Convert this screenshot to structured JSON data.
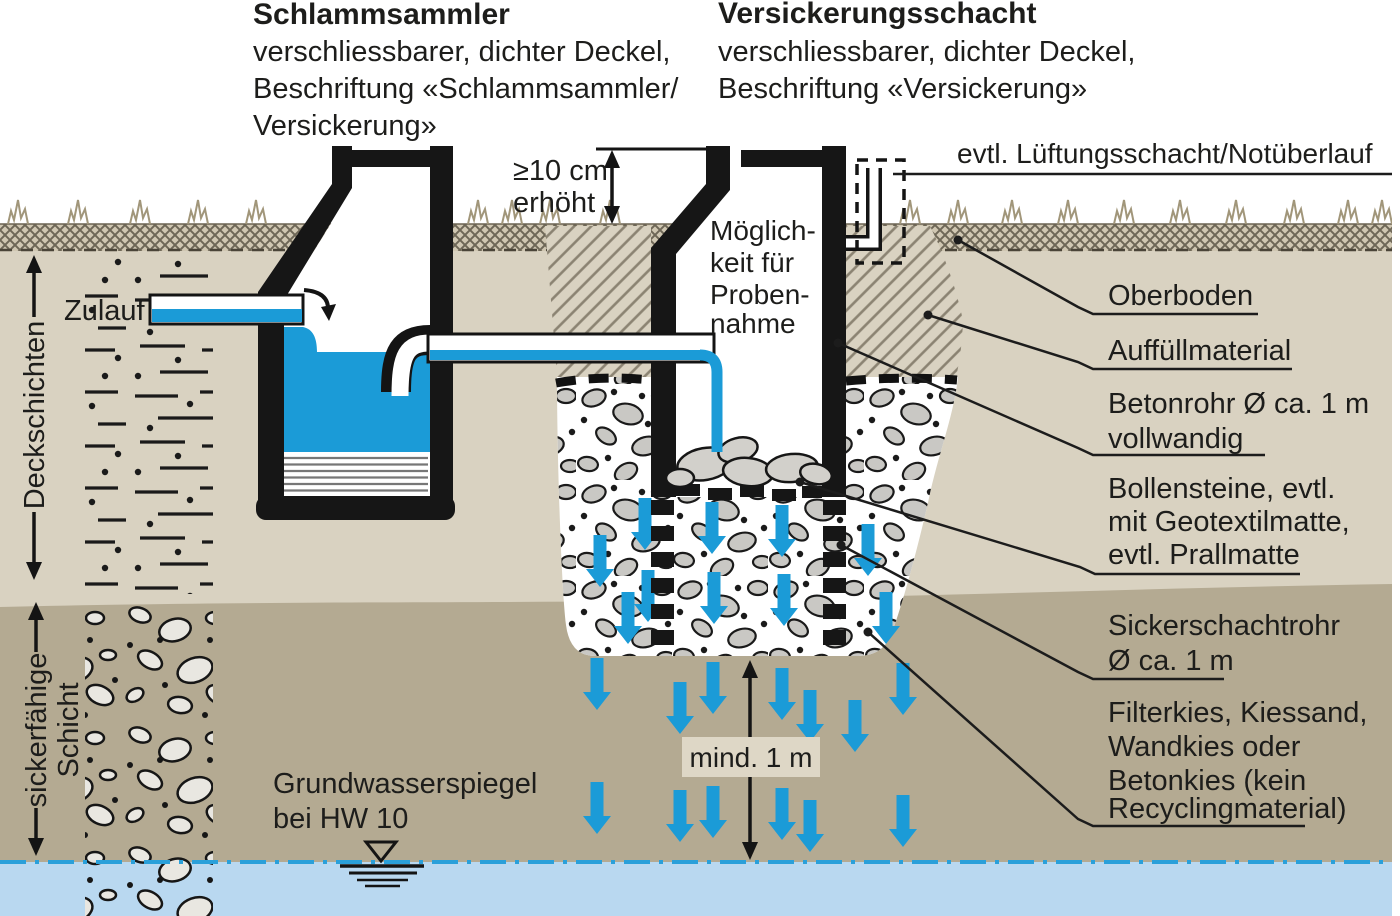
{
  "colors": {
    "blue": "#1b9bd7",
    "groundwater_line": "#2aa0da",
    "water_body": "#b9d8f0",
    "upper_soil": "#d9d2c1",
    "lower_soil": "#b4aa92",
    "topsoil_bg": "#d0c7b2",
    "hatch_line": "#8b8372",
    "ink": "#161616",
    "measure_box_bg": "#ded7c6"
  },
  "titles": {
    "schlammsammler": {
      "title": "Schlammsammler",
      "line1": "verschliessbarer, dichter Deckel,",
      "line2": "Beschriftung «Schlammsammler/",
      "line3": "Versickerung»"
    },
    "versickerung": {
      "title": "Versickerungsschacht",
      "line1": "verschliessbarer, dichter Deckel,",
      "line2": "Beschriftung «Versickerung»"
    }
  },
  "annotations": {
    "erhoeht_1": "≥10 cm",
    "erhoeht_2": "erhöht",
    "lueftung": "evtl. Lüftungsschacht/Notüberlauf",
    "zulauf": "Zulauf",
    "probe_1": "Möglich-",
    "probe_2": "keit für",
    "probe_3": "Proben-",
    "probe_4": "nahme",
    "deckschichten": "Deckschichten",
    "sicker_1": "sickerfähige",
    "sicker_2": "Schicht",
    "gw_1": "Grundwasserspiegel",
    "gw_2": "bei HW 10",
    "mind": "mind. 1 m"
  },
  "labels": {
    "oberboden_1": "Oberboden",
    "auffuell_1": "Auffüllmaterial",
    "betonrohr_1": "Betonrohr Ø ca. 1 m",
    "betonrohr_2": "vollwandig",
    "bollensteine_1": "Bollensteine, evtl.",
    "bollensteine_2": "mit Geotextilmatte,",
    "bollensteine_3": "evtl. Prallmatte",
    "sickerrohr_1": "Sickerschachtrohr",
    "sickerrohr_2": "Ø ca. 1 m",
    "filterkies_1": "Filterkies, Kiessand,",
    "filterkies_2": "Wandkies oder",
    "filterkies_3": "Betonkies (kein",
    "filterkies_4": "Recyclingmaterial)"
  }
}
